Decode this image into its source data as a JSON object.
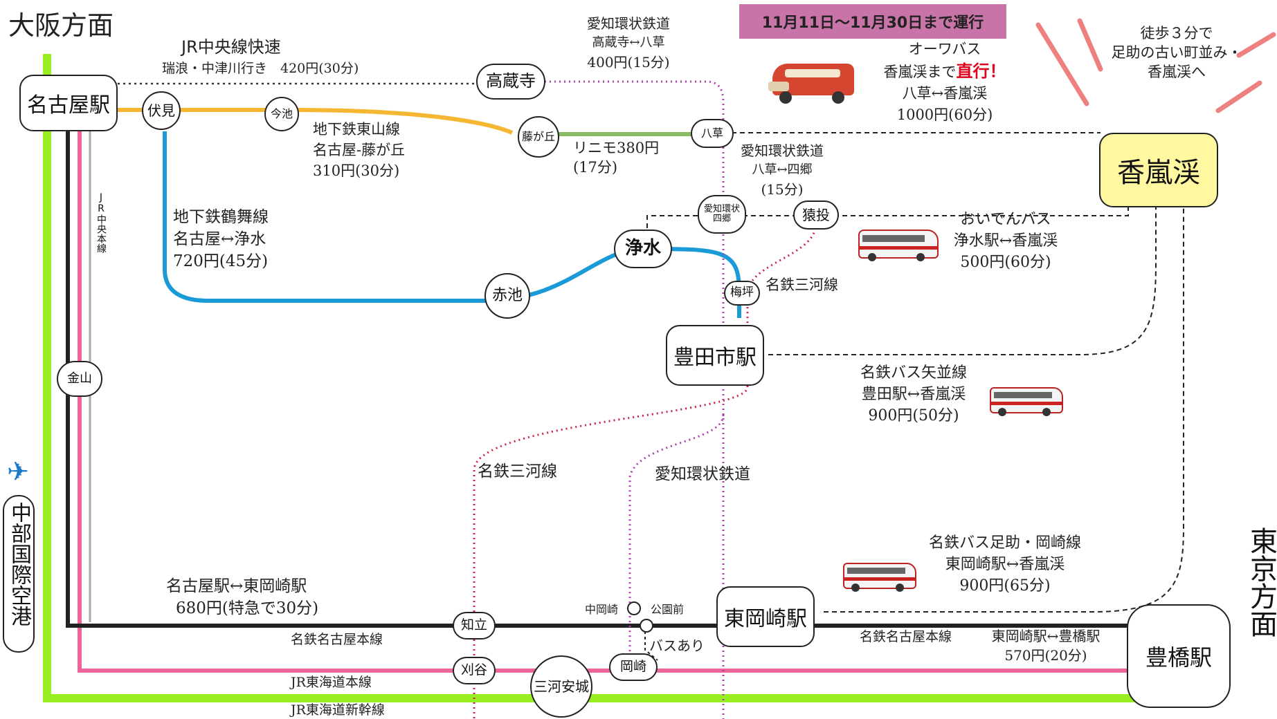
{
  "directions": {
    "osaka": "大阪方面",
    "tokyo": "東京方面"
  },
  "banner": {
    "text": "11月11日〜11月30日まで運行",
    "bg_color": "#c874a8"
  },
  "callout": {
    "line1": "徒歩３分で",
    "line2": "足助の古い町並み・",
    "line3": "香嵐渓へ"
  },
  "destination": "香嵐渓",
  "stations": {
    "nagoya": "名古屋駅",
    "fushimi": "伏見",
    "imaike": "今池",
    "fujigaoka": "藤が丘",
    "kozoji": "高蔵寺",
    "yakusa": "八草",
    "aichi_shigo": "愛知環状\n四郷",
    "sanage": "猿投",
    "josui": "浄水",
    "akaike": "赤池",
    "umetsubo": "梅坪",
    "toyotashi": "豊田市駅",
    "kanayama": "金山",
    "chiryu": "知立",
    "kariya": "刈谷",
    "mikawa_anjo": "三河安城",
    "okazaki": "岡崎",
    "naka_okazaki": "中岡崎",
    "koenmae": "公園前",
    "higashi_okazaki": "東岡崎駅",
    "toyohashi": "豊橋駅"
  },
  "airport": {
    "name": "中部国際空港",
    "icon": "airplane-icon"
  },
  "routes": {
    "jr_chuo_rapid": {
      "name": "JR中央線快速",
      "detail": "瑞浪・中津川行き　420円(30分)"
    },
    "jr_chuo_main": "JR中央本線",
    "aikan_kozoji": {
      "name": "愛知環状鉄道",
      "segment": "高蔵寺↔八草",
      "fare": "400円(15分)"
    },
    "higashiyama": {
      "name": "地下鉄東山線",
      "segment": "名古屋-藤が丘",
      "fare": "310円(30分)"
    },
    "linimo": {
      "name": "リニモ380円",
      "time": "(17分)"
    },
    "aikan_shigo": {
      "name": "愛知環状鉄道",
      "segment": "八草↔四郷",
      "time": "(15分)"
    },
    "tsurumai": {
      "name": "地下鉄鶴舞線",
      "segment": "名古屋↔浄水",
      "fare": "720円(45分)"
    },
    "meitetsu_mikawa_north": "名鉄三河線",
    "meitetsu_mikawa_south": "名鉄三河線",
    "aikan_south": "愛知環状鉄道",
    "meitetsu_main": {
      "segment": "名古屋駅↔東岡崎駅",
      "fare": "680円(特急で30分)",
      "name": "名鉄名古屋本線"
    },
    "jr_tokaido": "JR東海道本線",
    "jr_shinkansen": "JR東海道新幹線",
    "bus_transfer": "バスあり",
    "meitetsu_main_east": {
      "name": "名鉄名古屋本線",
      "segment": "東岡崎駅↔豊橋駅",
      "fare": "570円(20分)"
    }
  },
  "buses": {
    "owa": {
      "name": "オーワバス",
      "line2_prefix": "香嵐渓まで",
      "line2_emph": "直行！",
      "segment": "八草↔香嵐渓",
      "fare": "1000円(60分)",
      "icon": "retro-bus-icon"
    },
    "oiden": {
      "name": "おいでんバス",
      "segment": "浄水駅↔香嵐渓",
      "fare": "500円(60分)",
      "icon": "bus-icon"
    },
    "yanami": {
      "name": "名鉄バス矢並線",
      "segment": "豊田駅↔香嵐渓",
      "fare": "900円(50分)",
      "icon": "bus-icon"
    },
    "asuke_okazaki": {
      "name": "名鉄バス足助・岡崎線",
      "segment": "東岡崎駅↔香嵐渓",
      "fare": "900円(65分)",
      "icon": "bus-icon"
    }
  },
  "line_colors": {
    "jr_green": "#99ee22",
    "jr_pink": "#ee6699",
    "meitetsu_black": "#222222",
    "higashiyama_yellow": "#f5b731",
    "tsurumai_blue": "#1a9ad6",
    "linimo_green": "#88bb66",
    "aikan_purple": "#b040b0",
    "meitetsu_red": "#cc2244",
    "destination_yellow": "#fff8a0"
  }
}
